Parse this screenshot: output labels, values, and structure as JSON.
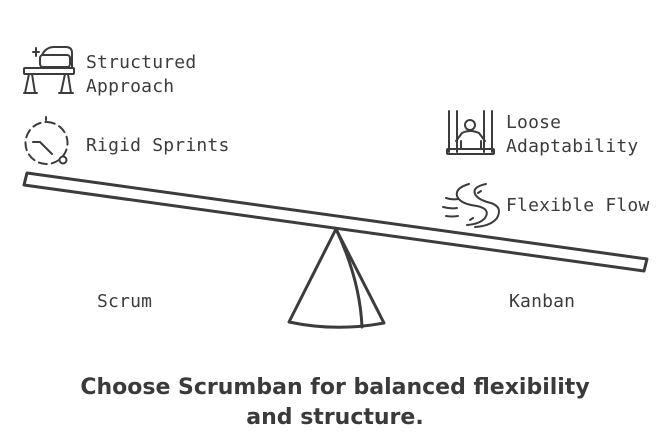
{
  "left_side": {
    "label": "Scrum",
    "items": [
      {
        "line1": "Structured",
        "line2": "Approach",
        "icon": "sewing-machine-icon"
      },
      {
        "line1": "Rigid Sprints",
        "line2": "",
        "icon": "stopwatch-icon"
      }
    ]
  },
  "right_side": {
    "label": "Kanban",
    "items": [
      {
        "line1": "Loose",
        "line2": "Adaptability",
        "icon": "swing-person-icon"
      },
      {
        "line1": "Flexible Flow",
        "line2": "",
        "icon": "river-flow-icon"
      }
    ]
  },
  "caption": {
    "line1": "Choose Scrumban for balanced flexibility",
    "line2": "and structure."
  },
  "colors": {
    "ink": "#3c3c3c",
    "background": "#ffffff"
  }
}
